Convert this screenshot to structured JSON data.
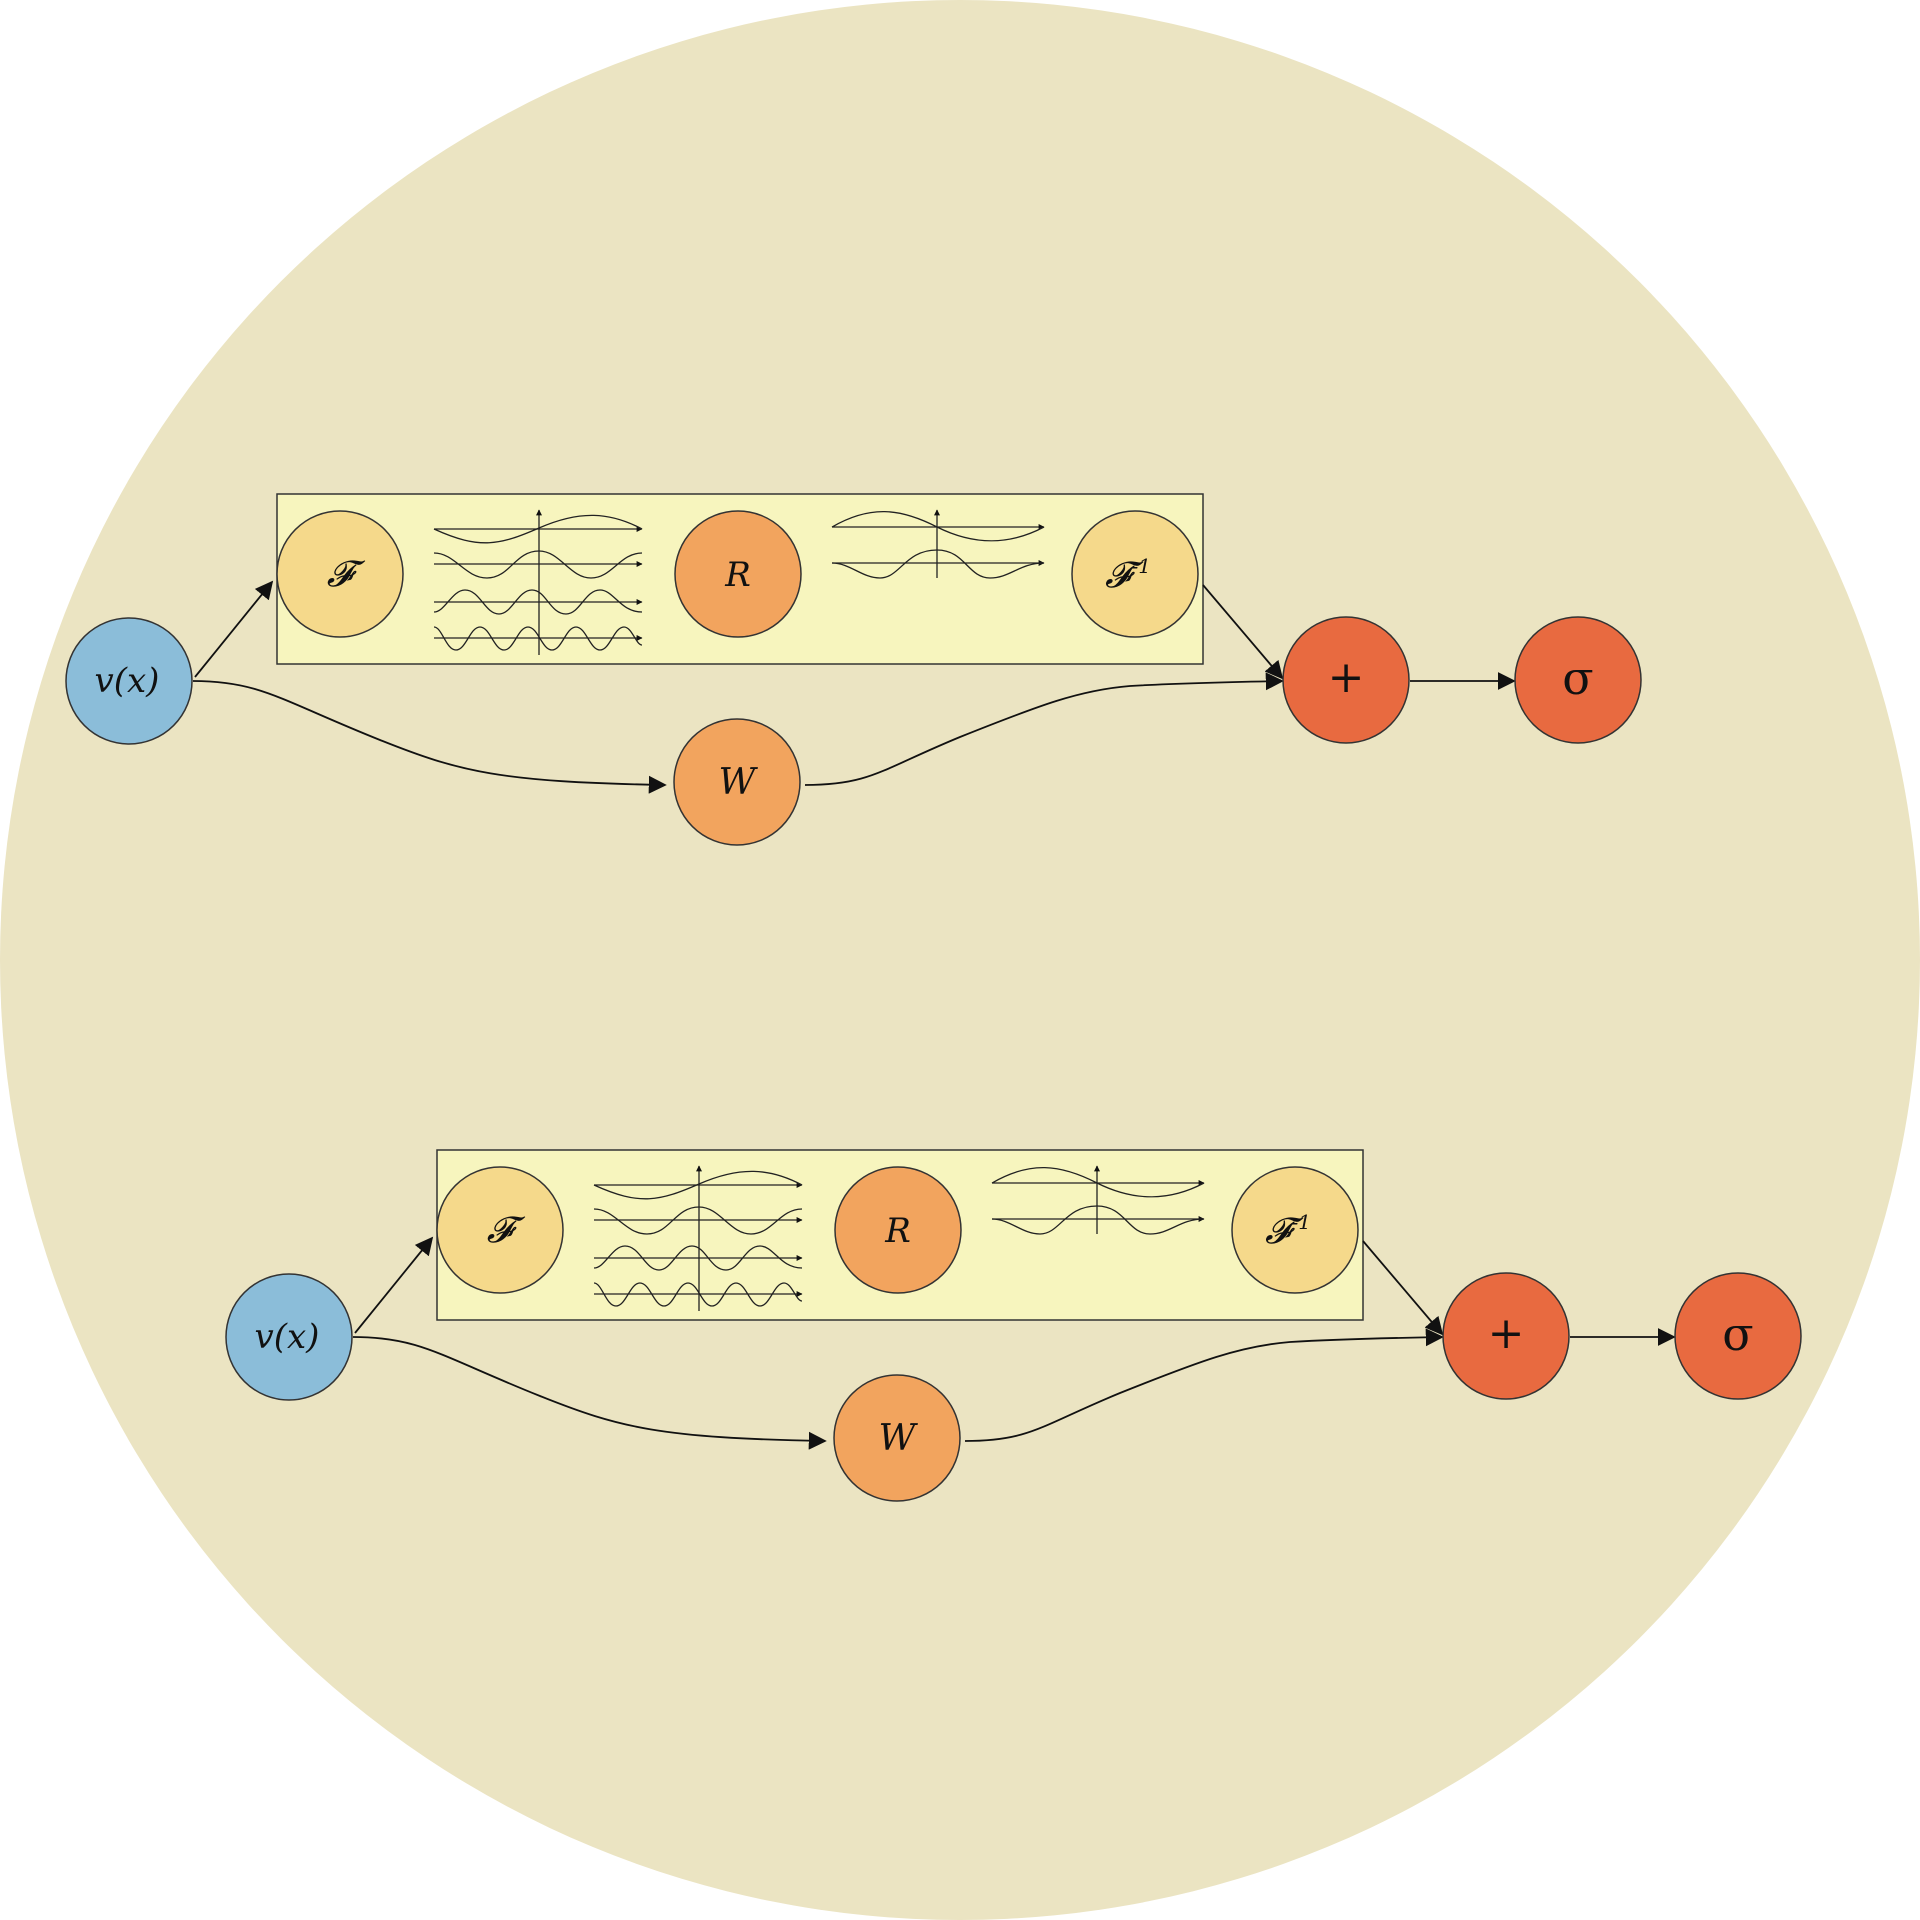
{
  "colors": {
    "background_disc": "#ebe4c2",
    "fourier_box": "#f7f5be",
    "input_node": "#8bbdd9",
    "fourier_node": "#f5d98b",
    "weight_node": "#f2a45e",
    "sum_node": "#e86a40",
    "activation_node": "#e86a40",
    "stroke": "#111111"
  },
  "blocks": [
    {
      "input_label": "v(x)",
      "fourier_label": "𝓕",
      "r_label": "R",
      "inverse_label": "𝓕",
      "inverse_sup": "-1",
      "w_label": "W",
      "plus_label": "+",
      "sigma_label": "σ"
    },
    {
      "input_label": "v(x)",
      "fourier_label": "𝓕",
      "r_label": "R",
      "inverse_label": "𝓕",
      "inverse_sup": "-1",
      "w_label": "W",
      "plus_label": "+",
      "sigma_label": "σ"
    }
  ]
}
